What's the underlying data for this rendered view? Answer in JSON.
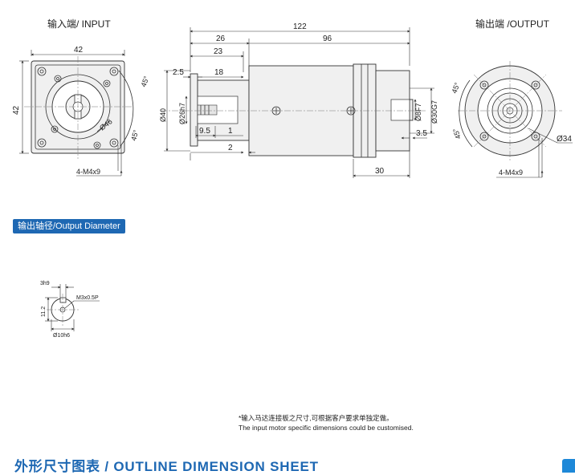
{
  "headers": {
    "input": "输入端/ INPUT",
    "output": "输出端 /OUTPUT"
  },
  "input_view": {
    "width": "42",
    "height": "42",
    "angle1": "45°",
    "angle2": "45°",
    "bolt_circle": "Ø46",
    "holes": "4-M4x9"
  },
  "side_view": {
    "total": "122",
    "d26": "26",
    "d96": "96",
    "d23": "23",
    "d18": "18",
    "d2_5": "2.5",
    "d9_5": "9.5",
    "d1": "1",
    "d2": "2",
    "d30": "30",
    "d3_5": "3.5",
    "dia40": "Ø40",
    "dia26": "Ø26h7",
    "dia8": "Ø8F7",
    "dia30": "Ø30G7"
  },
  "output_view": {
    "angle1": "45°",
    "angle2": "45°",
    "dia34": "Ø34",
    "holes": "4-M4x9"
  },
  "output_diameter": {
    "badge": "输出轴径/Output Diameter",
    "key": "3h9",
    "height": "11.2",
    "thread": "M3x0.5P",
    "dia": "Ø10h6"
  },
  "note": {
    "cn": "*输入马达连接板之尺寸,可根据客户要求单独定做。",
    "en": "The input motor specific dimensions could be customised."
  },
  "title": "外形尺寸图表 / OUTLINE DIMENSION SHEET",
  "colors": {
    "accent": "#1e68b3"
  }
}
